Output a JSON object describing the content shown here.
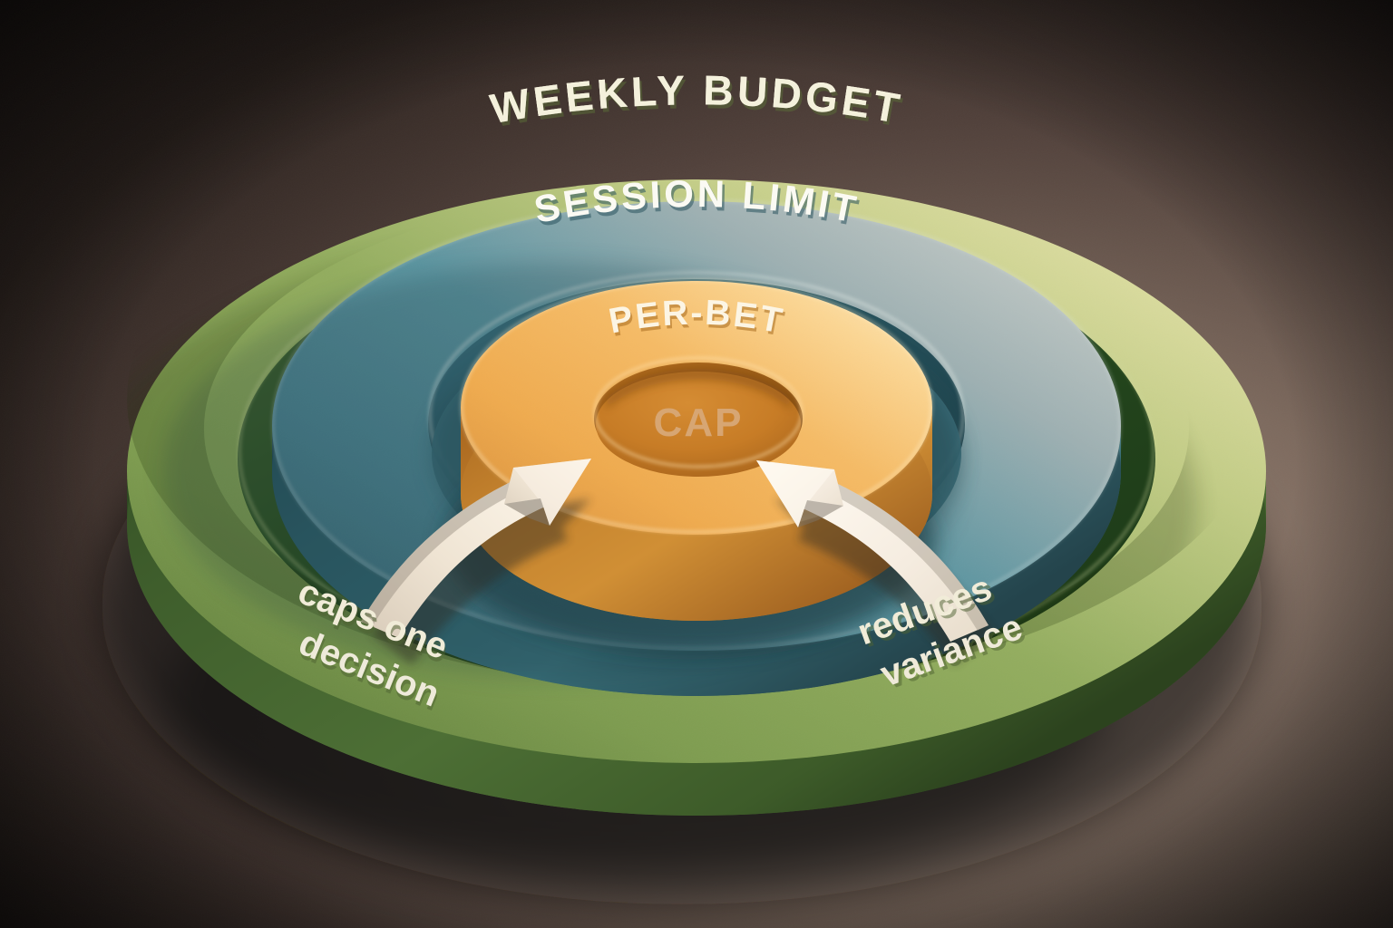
{
  "scene": {
    "title": "Concentric bankroll caps target diagram",
    "background_color": "#4b3b33",
    "background_light_color": "#9d8578",
    "background_vignette_color": "#1c1410"
  },
  "rings": [
    {
      "id": "outer",
      "label": "WEEKLY BUDGET",
      "label_case": "uppercase",
      "label_color": "#f3f0d9",
      "top_color": "#84a052",
      "top_highlight_color": "#e0dfa4",
      "top_shadow_color": "#5d7a3c",
      "side_color": "#3f5f2c",
      "side_shadow_color": "#2c4420",
      "inner_wall_color": "#2c4a22"
    },
    {
      "id": "middle",
      "label": "SESSION LIMIT",
      "label_case": "uppercase",
      "label_color": "#fbfaf2",
      "top_color": "#4a8492",
      "top_highlight_color": "#c7cdc9",
      "top_shadow_color": "#376672",
      "side_color": "#2f5d66",
      "side_shadow_color": "#22454d",
      "inner_wall_color": "#24505a"
    },
    {
      "id": "core",
      "label": "PER-BET",
      "label_case": "uppercase",
      "label_color": "#fbf4e2",
      "top_color": "#f0ab4e",
      "top_highlight_color": "#fbd89a",
      "top_shadow_color": "#d78f32",
      "side_color": "#c07f2c",
      "side_shadow_color": "#9c6523",
      "inner_wall_color": "#c2791f",
      "hub_label": "CAP",
      "hub_label_color": "#d5a572",
      "hub_color": "#c9802c"
    }
  ],
  "annotations": [
    {
      "id": "left",
      "lines": [
        "caps one",
        "decision"
      ],
      "color": "#efe9d3",
      "arrow_color": "#ece0cf",
      "arrow_shadow_color": "#6c6257",
      "points_to": "core"
    },
    {
      "id": "right",
      "lines": [
        "reduces",
        "variance"
      ],
      "color": "#efe9d3",
      "arrow_color": "#f2e7d8",
      "arrow_shadow_color": "#6c6257",
      "points_to": "core"
    }
  ],
  "labels": {
    "outer_ring": "WEEKLY BUDGET",
    "middle_ring": "SESSION LIMIT",
    "core_ring": "PER-BET",
    "hub": "CAP",
    "left_line1": "caps one",
    "left_line2": "decision",
    "right_line1": "reduces",
    "right_line2": "variance"
  }
}
